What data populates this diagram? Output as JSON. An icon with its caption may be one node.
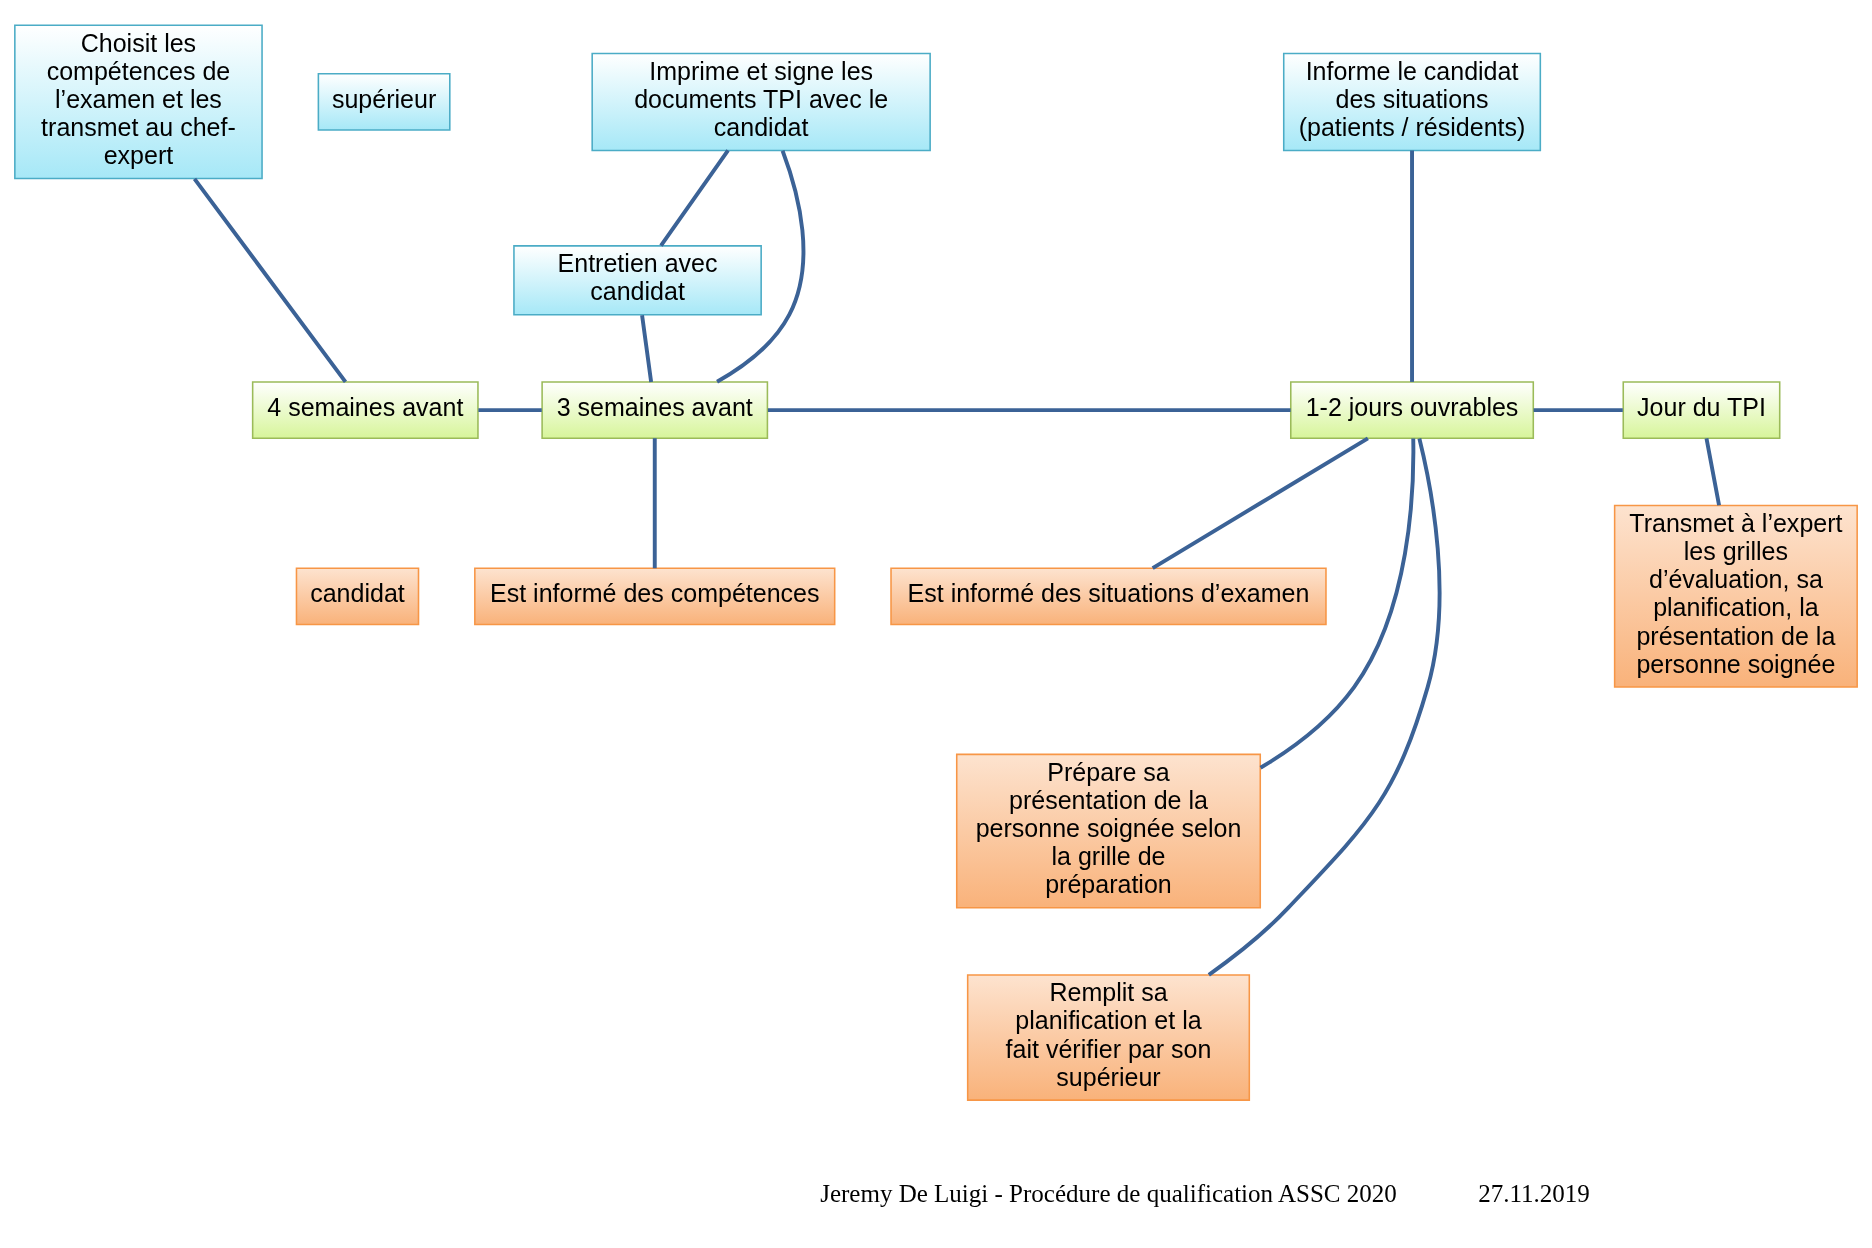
{
  "diagram": {
    "nodes": [
      {
        "text": [
          "Choisit les compétences de l’examen et les transmet au chef-expert"
        ]
      },
      {
        "text": [
          "Imprime et signe les documents TPI avec le candidat"
        ]
      },
      {
        "text": [
          "Entretien avec candidat"
        ]
      },
      {
        "text": [
          "Informe le candidat des situations (patients / résidents)"
        ]
      },
      {
        "text": [
          "supérieur"
        ]
      },
      {
        "text": [
          "4 semaines avant"
        ]
      },
      {
        "text": [
          "3 semaines avant"
        ]
      },
      {
        "text": [
          "1-2 jours ouvrables"
        ]
      },
      {
        "text": [
          "Jour du TPI"
        ]
      },
      {
        "text": [
          "candidat"
        ]
      },
      {
        "text": [
          "Est informé des compétences"
        ]
      },
      {
        "text": [
          "Est informé des situations d’examen"
        ]
      },
      {
        "text": [
          "Prépare sa présentation de la personne soignée selon la grille de préparation"
        ]
      },
      {
        "text": [
          "Remplit sa planification et la fait vérifier par son supérieur"
        ]
      },
      {
        "text": [
          "Transmet à l’expert les grilles d’évaluation, sa planification, la présentation de la personne soignée"
        ]
      }
    ],
    "edges": [
      {
        "from": 0,
        "to": 5,
        "arrow": "none"
      },
      {
        "from": 5,
        "to": 6,
        "arrow": "none"
      },
      {
        "from": 1,
        "to": 2,
        "arrow": "none"
      },
      {
        "from": 1,
        "to": 6,
        "arrow": "none"
      },
      {
        "from": 2,
        "to": 6,
        "arrow": "none"
      },
      {
        "from": 6,
        "to": 7,
        "arrow": "none"
      },
      {
        "from": 3,
        "to": 7,
        "arrow": "none"
      },
      {
        "from": 7,
        "to": 8,
        "arrow": "none"
      },
      {
        "from": 6,
        "to": 10,
        "arrow": "none"
      },
      {
        "from": 7,
        "to": 11,
        "arrow": "none"
      },
      {
        "from": 7,
        "to": 12,
        "arrow": "none"
      },
      {
        "from": 7,
        "to": 13,
        "arrow": "none"
      },
      {
        "from": 8,
        "to": 14,
        "arrow": "none"
      }
    ],
    "labels": [
      "Jeremy De Luigi - Procédure de qualification ASSC 2020",
      "27.11.2019"
    ]
  }
}
